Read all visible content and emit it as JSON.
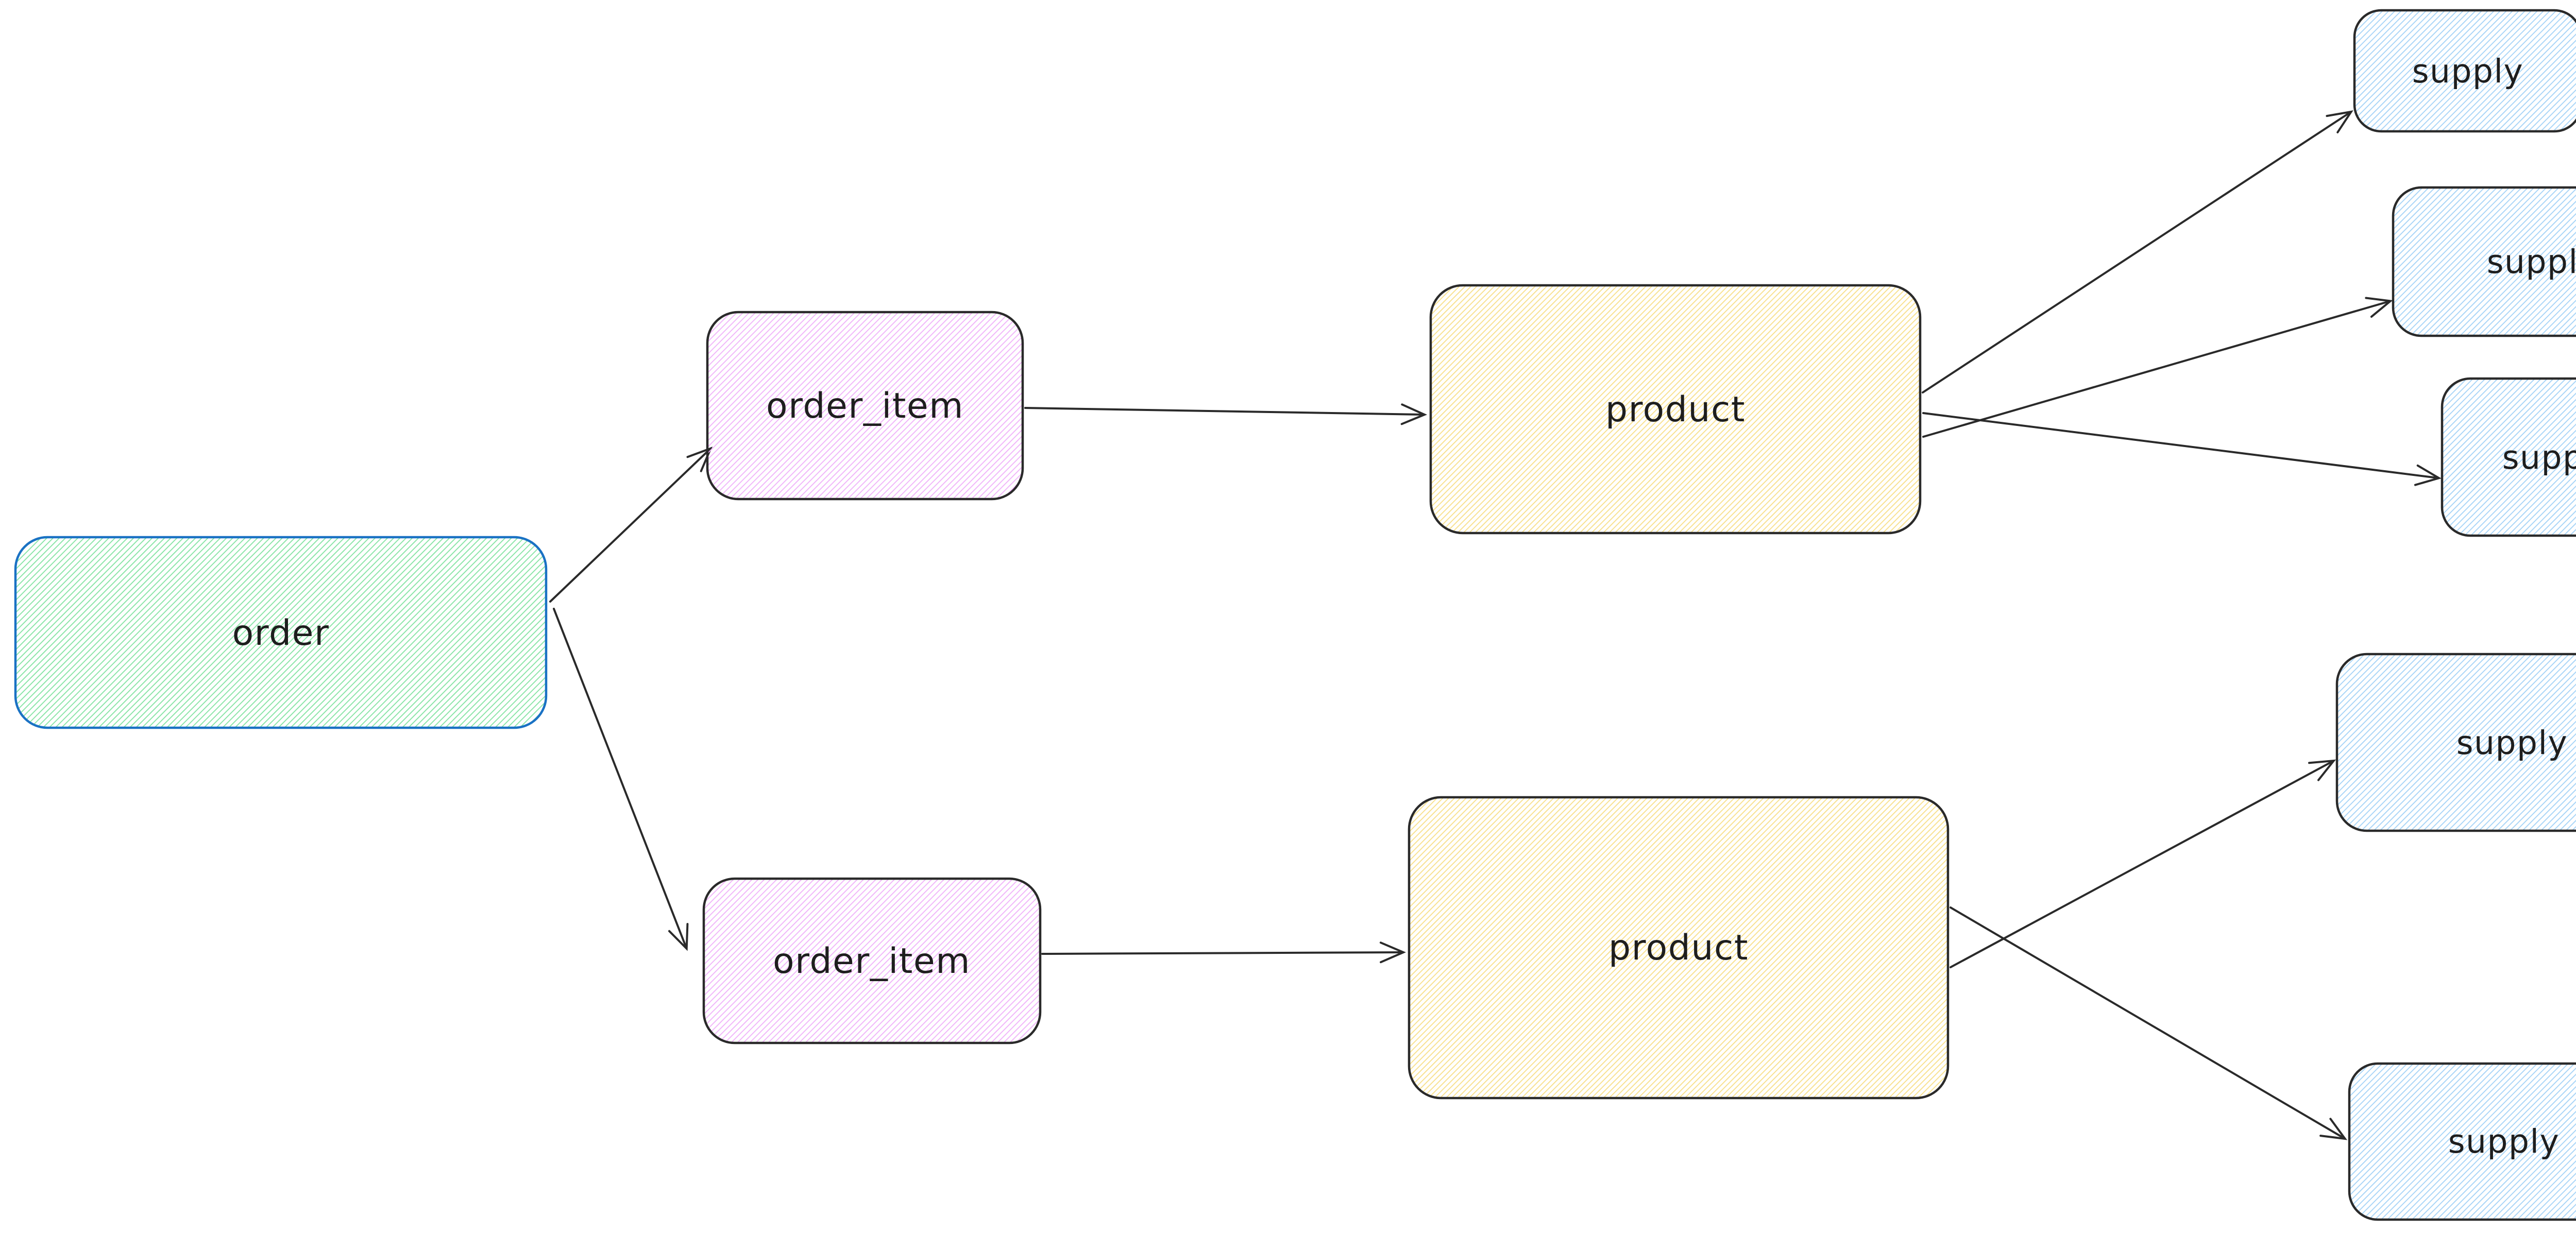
{
  "canvas": {
    "background": "#ffffff",
    "style": "hand-drawn whiteboard diagram"
  },
  "colors": {
    "stroke_dark": "#2a2a2a",
    "stroke_blue": "#1a72c4",
    "hachure_green": "#82e3a1",
    "hachure_pink": "#f0b1fa",
    "hachure_yellow": "#f8df87",
    "hachure_blue": "#a3d2f7",
    "text": "#1e1e1e"
  },
  "nodes": [
    {
      "id": "order",
      "label": "order",
      "fill": "green-hachure",
      "stroke": "#1a72c4"
    },
    {
      "id": "order_item_top",
      "label": "order_item",
      "fill": "pink-hachure",
      "stroke": "#2a2a2a"
    },
    {
      "id": "order_item_bottom",
      "label": "order_item",
      "fill": "pink-hachure",
      "stroke": "#2a2a2a"
    },
    {
      "id": "product_top",
      "label": "product",
      "fill": "yellow-hachure",
      "stroke": "#2a2a2a"
    },
    {
      "id": "product_bottom",
      "label": "product",
      "fill": "yellow-hachure",
      "stroke": "#2a2a2a"
    },
    {
      "id": "supply_1",
      "label": "supply",
      "fill": "blue-hachure",
      "stroke": "#2a2a2a"
    },
    {
      "id": "supply_2",
      "label": "supply",
      "fill": "blue-hachure",
      "stroke": "#2a2a2a"
    },
    {
      "id": "supply_3",
      "label": "supply",
      "fill": "blue-hachure",
      "stroke": "#2a2a2a"
    },
    {
      "id": "supply_4",
      "label": "supply",
      "fill": "blue-hachure",
      "stroke": "#2a2a2a"
    },
    {
      "id": "supply_5",
      "label": "supply",
      "fill": "blue-hachure",
      "stroke": "#2a2a2a"
    }
  ],
  "edges": [
    {
      "from": "order",
      "to": "order_item_top"
    },
    {
      "from": "order",
      "to": "order_item_bottom"
    },
    {
      "from": "order_item_top",
      "to": "product_top"
    },
    {
      "from": "order_item_bottom",
      "to": "product_bottom"
    },
    {
      "from": "product_top",
      "to": "supply_1"
    },
    {
      "from": "product_top",
      "to": "supply_2"
    },
    {
      "from": "product_top",
      "to": "supply_3"
    },
    {
      "from": "product_bottom",
      "to": "supply_4"
    },
    {
      "from": "product_bottom",
      "to": "supply_5"
    }
  ]
}
